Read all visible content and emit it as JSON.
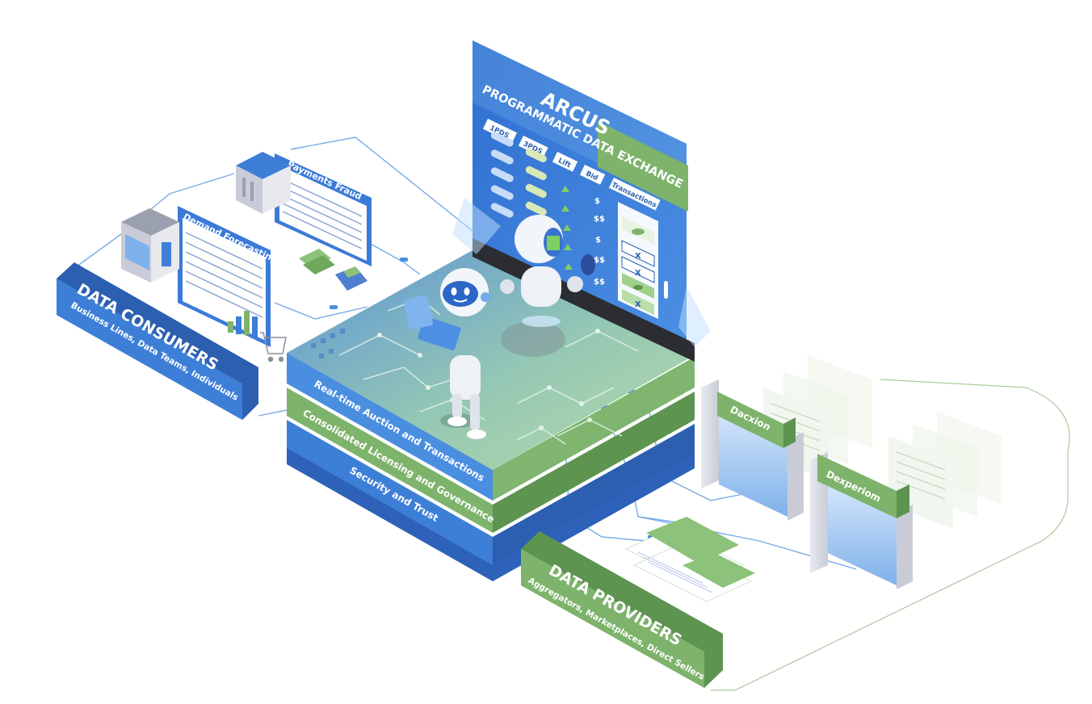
{
  "exchange": {
    "title": "ARCUS",
    "subtitle": "PROGRAMMATIC DATA EXCHANGE",
    "columns": [
      "1PDS",
      "3PDS",
      "Lift",
      "Bid",
      "Transactions"
    ],
    "bid_values": [
      "$",
      "$$",
      "$",
      "$$",
      "$$"
    ],
    "transaction_marks": [
      "X",
      "X",
      "X"
    ]
  },
  "platform_layers": [
    "Real-time Auction and Transactions",
    "Consolidated Licensing and Governance",
    "Security and Trust"
  ],
  "consumers": {
    "title": "DATA CONSUMERS",
    "subtitle": "Business Lines, Data Teams, Individuals",
    "panels": [
      "Payments Fraud",
      "Demand Forecasting"
    ]
  },
  "providers": {
    "title": "DATA PROVIDERS",
    "subtitle": "Aggregators, Marketplaces, Direct Sellers",
    "panels": [
      "Dacxion",
      "Dexperiom"
    ]
  },
  "colors": {
    "blue": "#3d7fd6",
    "blue_dark": "#2c5fb0",
    "green": "#7db36b",
    "green_dark": "#5d9450",
    "circuit": "#9cc5ad"
  }
}
